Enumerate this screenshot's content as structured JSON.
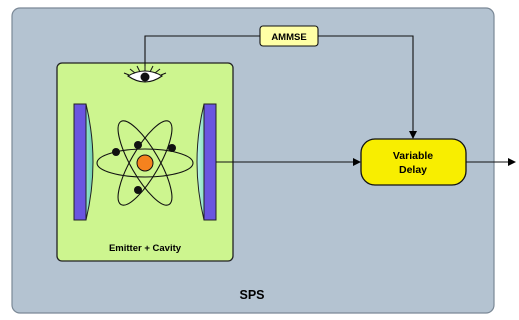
{
  "diagram": {
    "outer_label": "SPS",
    "emitter_label": "Emitter + Cavity",
    "ammse_label": "AMMSE",
    "delay_label_line1": "Variable",
    "delay_label_line2": "Delay"
  },
  "colors": {
    "background": "#b4c3d1",
    "emitter_box": "#cdf58f",
    "mirror_face": "#6a55e0",
    "mirror_lens": "#8fe3c8",
    "nucleus": "#f5821e",
    "delay_box": "#f8ee00",
    "ammse_box": "#ffffa6"
  },
  "icons": [
    "eye-icon",
    "atom-icon",
    "mirror-left-icon",
    "mirror-right-icon"
  ]
}
